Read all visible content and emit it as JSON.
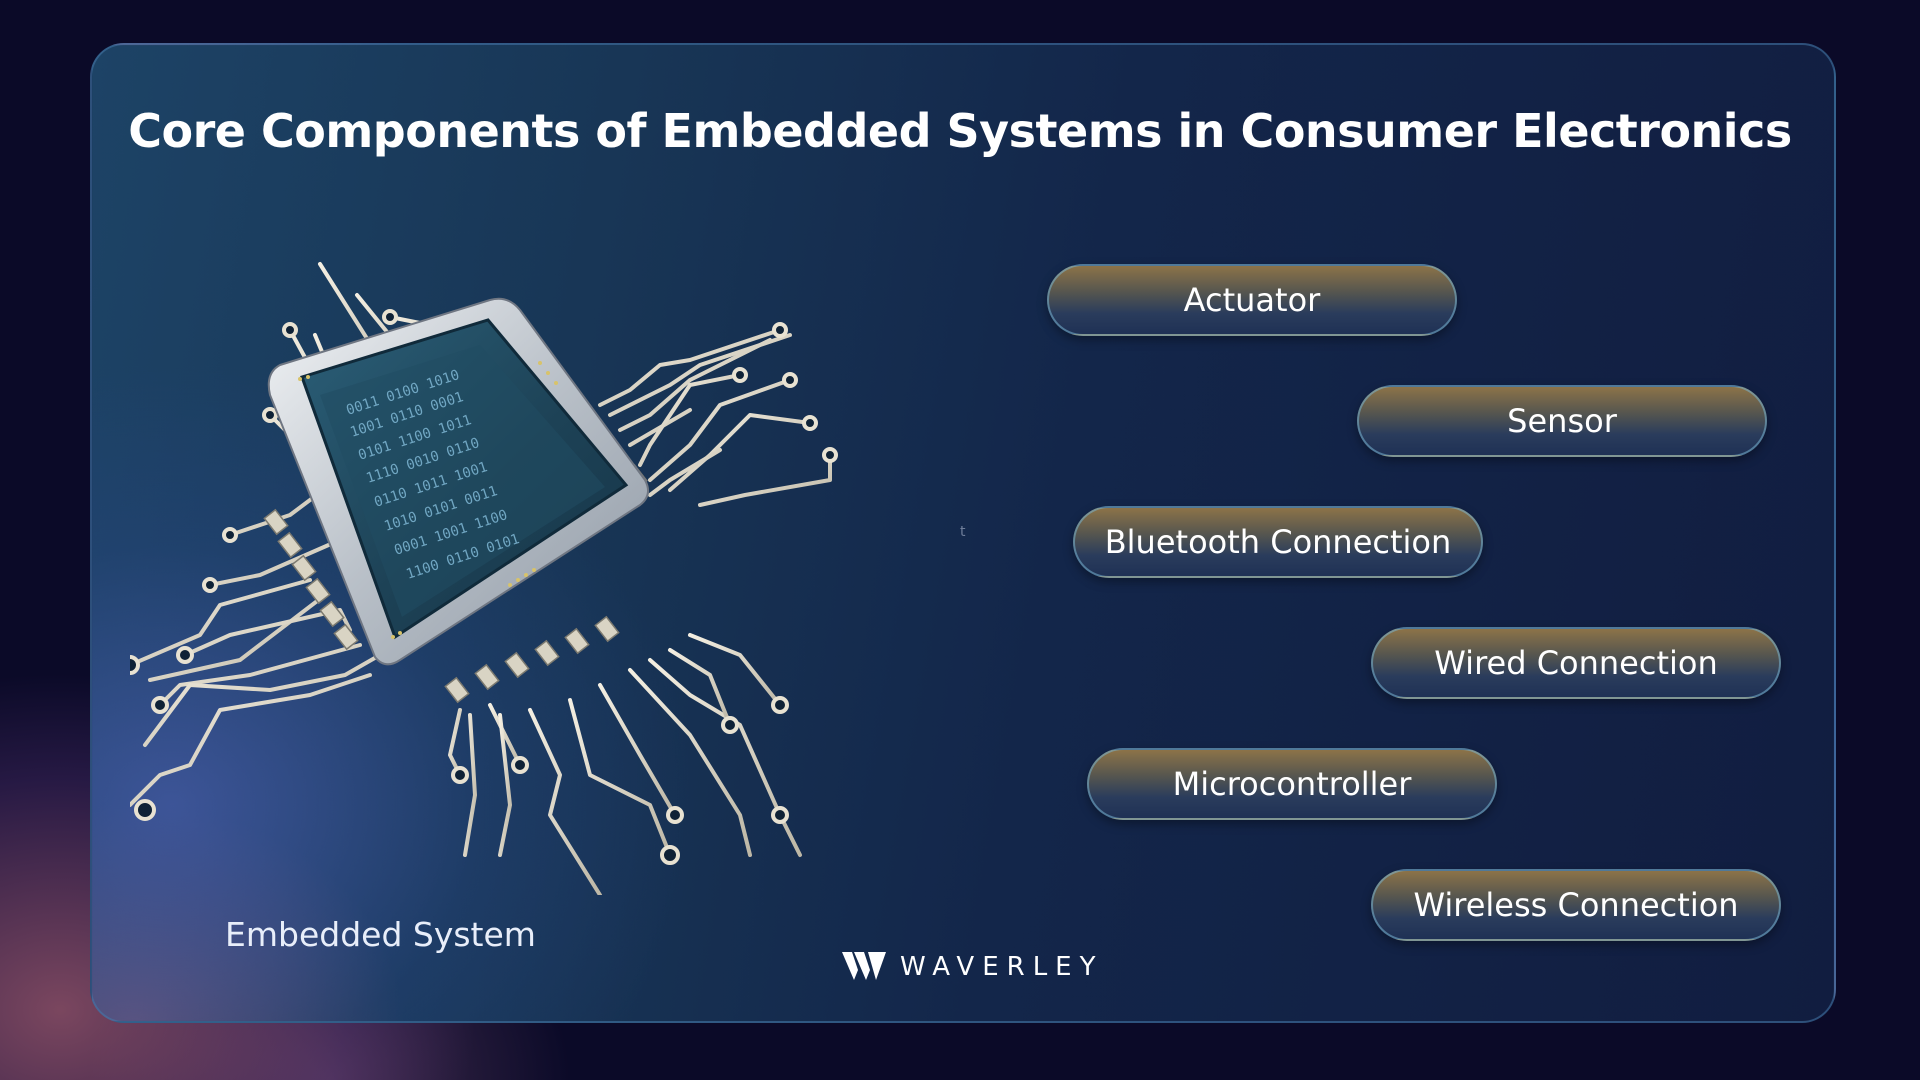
{
  "slide": {
    "title": "Core Components of Embedded Systems in Consumer Electronics",
    "caption": "Embedded System",
    "stray_mark": "t"
  },
  "components": [
    {
      "label": "Actuator"
    },
    {
      "label": "Sensor"
    },
    {
      "label": "Bluetooth Connection"
    },
    {
      "label": "Wired Connection"
    },
    {
      "label": "Microcontroller"
    },
    {
      "label": "Wireless Connection"
    }
  ],
  "brand": {
    "name": "WAVERLEY",
    "logo_icon": "waverley-w-icon"
  },
  "illustration": {
    "icon": "microchip-circuit-icon",
    "die_pattern": [
      "0011 0100 1010",
      "1001 0110 0001",
      "0101 1100 1011",
      "1110 0010 0110",
      "0110 1011 1001",
      "1010 0101 0011",
      "0001 1001 1100",
      "1100 0110 0101"
    ]
  },
  "colors": {
    "background": "#0b0a28",
    "card_accent": "#1d4366",
    "pill_gold": "#8c7348",
    "text": "#ffffff"
  }
}
